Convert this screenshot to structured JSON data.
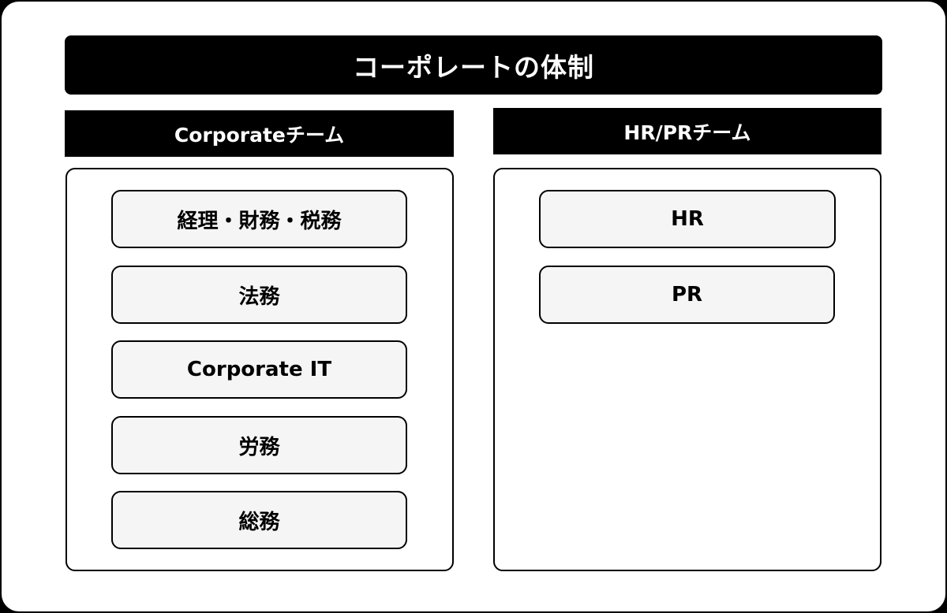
{
  "title": "コーポレートの体制",
  "teams": [
    {
      "name": "Corporateチーム",
      "units": [
        "経理・財務・税務",
        "法務",
        "Corporate IT",
        "労務",
        "総務"
      ]
    },
    {
      "name": "HR/PRチーム",
      "units": [
        "HR",
        "PR"
      ]
    }
  ],
  "colors": {
    "header_bg": "#000000",
    "header_text": "#ffffff",
    "unit_bg": "#f5f5f5",
    "border": "#000000"
  }
}
